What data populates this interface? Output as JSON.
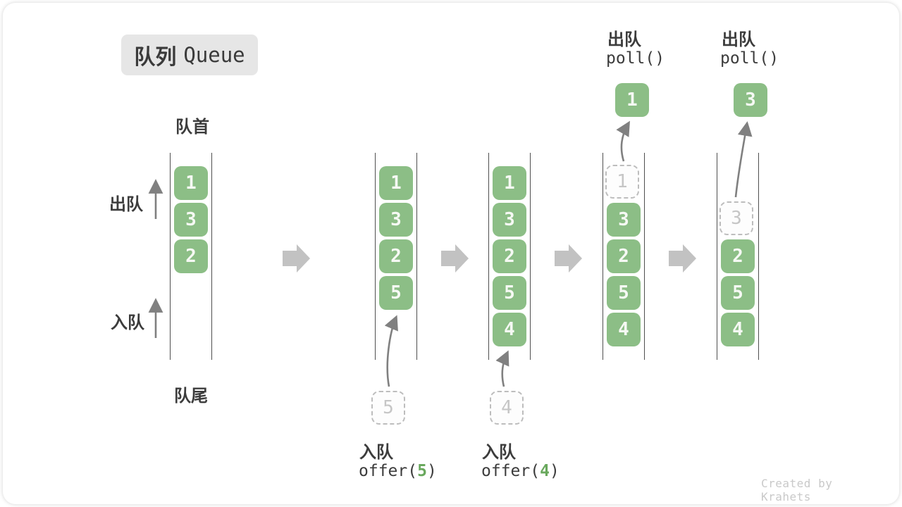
{
  "title": {
    "zh": "队列",
    "en": "Queue"
  },
  "labels": {
    "front": "队首",
    "rear": "队尾",
    "dequeue_side": "出队",
    "enqueue_side": "入队"
  },
  "colors": {
    "box_green": "#8cbe86",
    "code_green": "#69a85d",
    "block_arrow_gray": "#c2c2c2",
    "thin_arrow_gray": "#808080",
    "badge_bg": "#e6e6e6",
    "wall_gray": "#4f4f4f",
    "ghost_gray": "#c6c6c6"
  },
  "watermark": "Created by Krahets",
  "queues": [
    {
      "boxes": [
        {
          "v": "1"
        },
        {
          "v": "3"
        },
        {
          "v": "2"
        }
      ]
    },
    {
      "boxes": [
        {
          "v": "1"
        },
        {
          "v": "3"
        },
        {
          "v": "2"
        },
        {
          "v": "5"
        }
      ],
      "pending": {
        "v": "5"
      },
      "caption": {
        "zh": "入队",
        "code_pre": "offer(",
        "arg": "5",
        "code_post": ")"
      }
    },
    {
      "boxes": [
        {
          "v": "1"
        },
        {
          "v": "3"
        },
        {
          "v": "2"
        },
        {
          "v": "5"
        },
        {
          "v": "4"
        }
      ],
      "pending": {
        "v": "4"
      },
      "caption": {
        "zh": "入队",
        "code_pre": "offer(",
        "arg": "4",
        "code_post": ")"
      }
    },
    {
      "top": {
        "zh": "出队",
        "code": "poll()"
      },
      "popped": "1",
      "ghost": "1",
      "boxes": [
        {
          "v": "3"
        },
        {
          "v": "2"
        },
        {
          "v": "5"
        },
        {
          "v": "4"
        }
      ]
    },
    {
      "top": {
        "zh": "出队",
        "code": "poll()"
      },
      "popped": "3",
      "ghost": "3",
      "boxes": [
        {
          "v": "2"
        },
        {
          "v": "5"
        },
        {
          "v": "4"
        }
      ]
    }
  ]
}
